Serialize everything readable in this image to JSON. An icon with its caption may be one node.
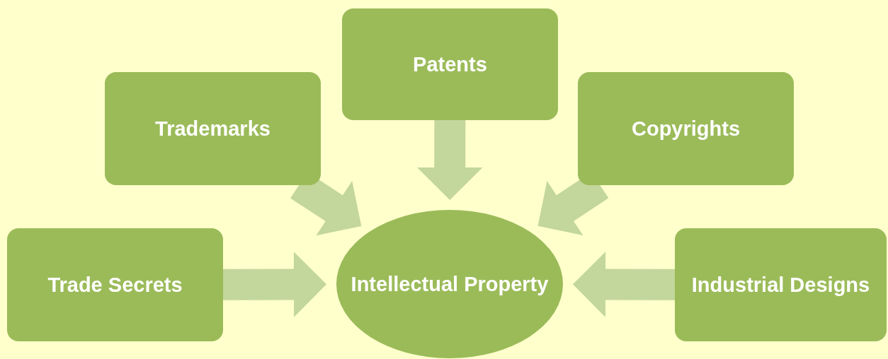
{
  "diagram": {
    "nodes": [
      {
        "text": [
          "Patents"
        ]
      },
      {
        "text": [
          "Trademarks"
        ]
      },
      {
        "text": [
          "Copyrights"
        ]
      },
      {
        "text": [
          "Trade Secrets"
        ]
      },
      {
        "text": [
          "Intellectual Property"
        ]
      },
      {
        "text": [
          "Industrial Designs"
        ]
      }
    ],
    "edges": [
      {
        "from": 0,
        "to": 4,
        "arrow": "to",
        "style": "thick"
      },
      {
        "from": 1,
        "to": 4,
        "arrow": "to",
        "style": "thick"
      },
      {
        "from": 2,
        "to": 4,
        "arrow": "to",
        "style": "thick"
      },
      {
        "from": 3,
        "to": 4,
        "arrow": "to",
        "style": "thick"
      },
      {
        "from": 5,
        "to": 4,
        "arrow": "to",
        "style": "thick"
      }
    ]
  }
}
